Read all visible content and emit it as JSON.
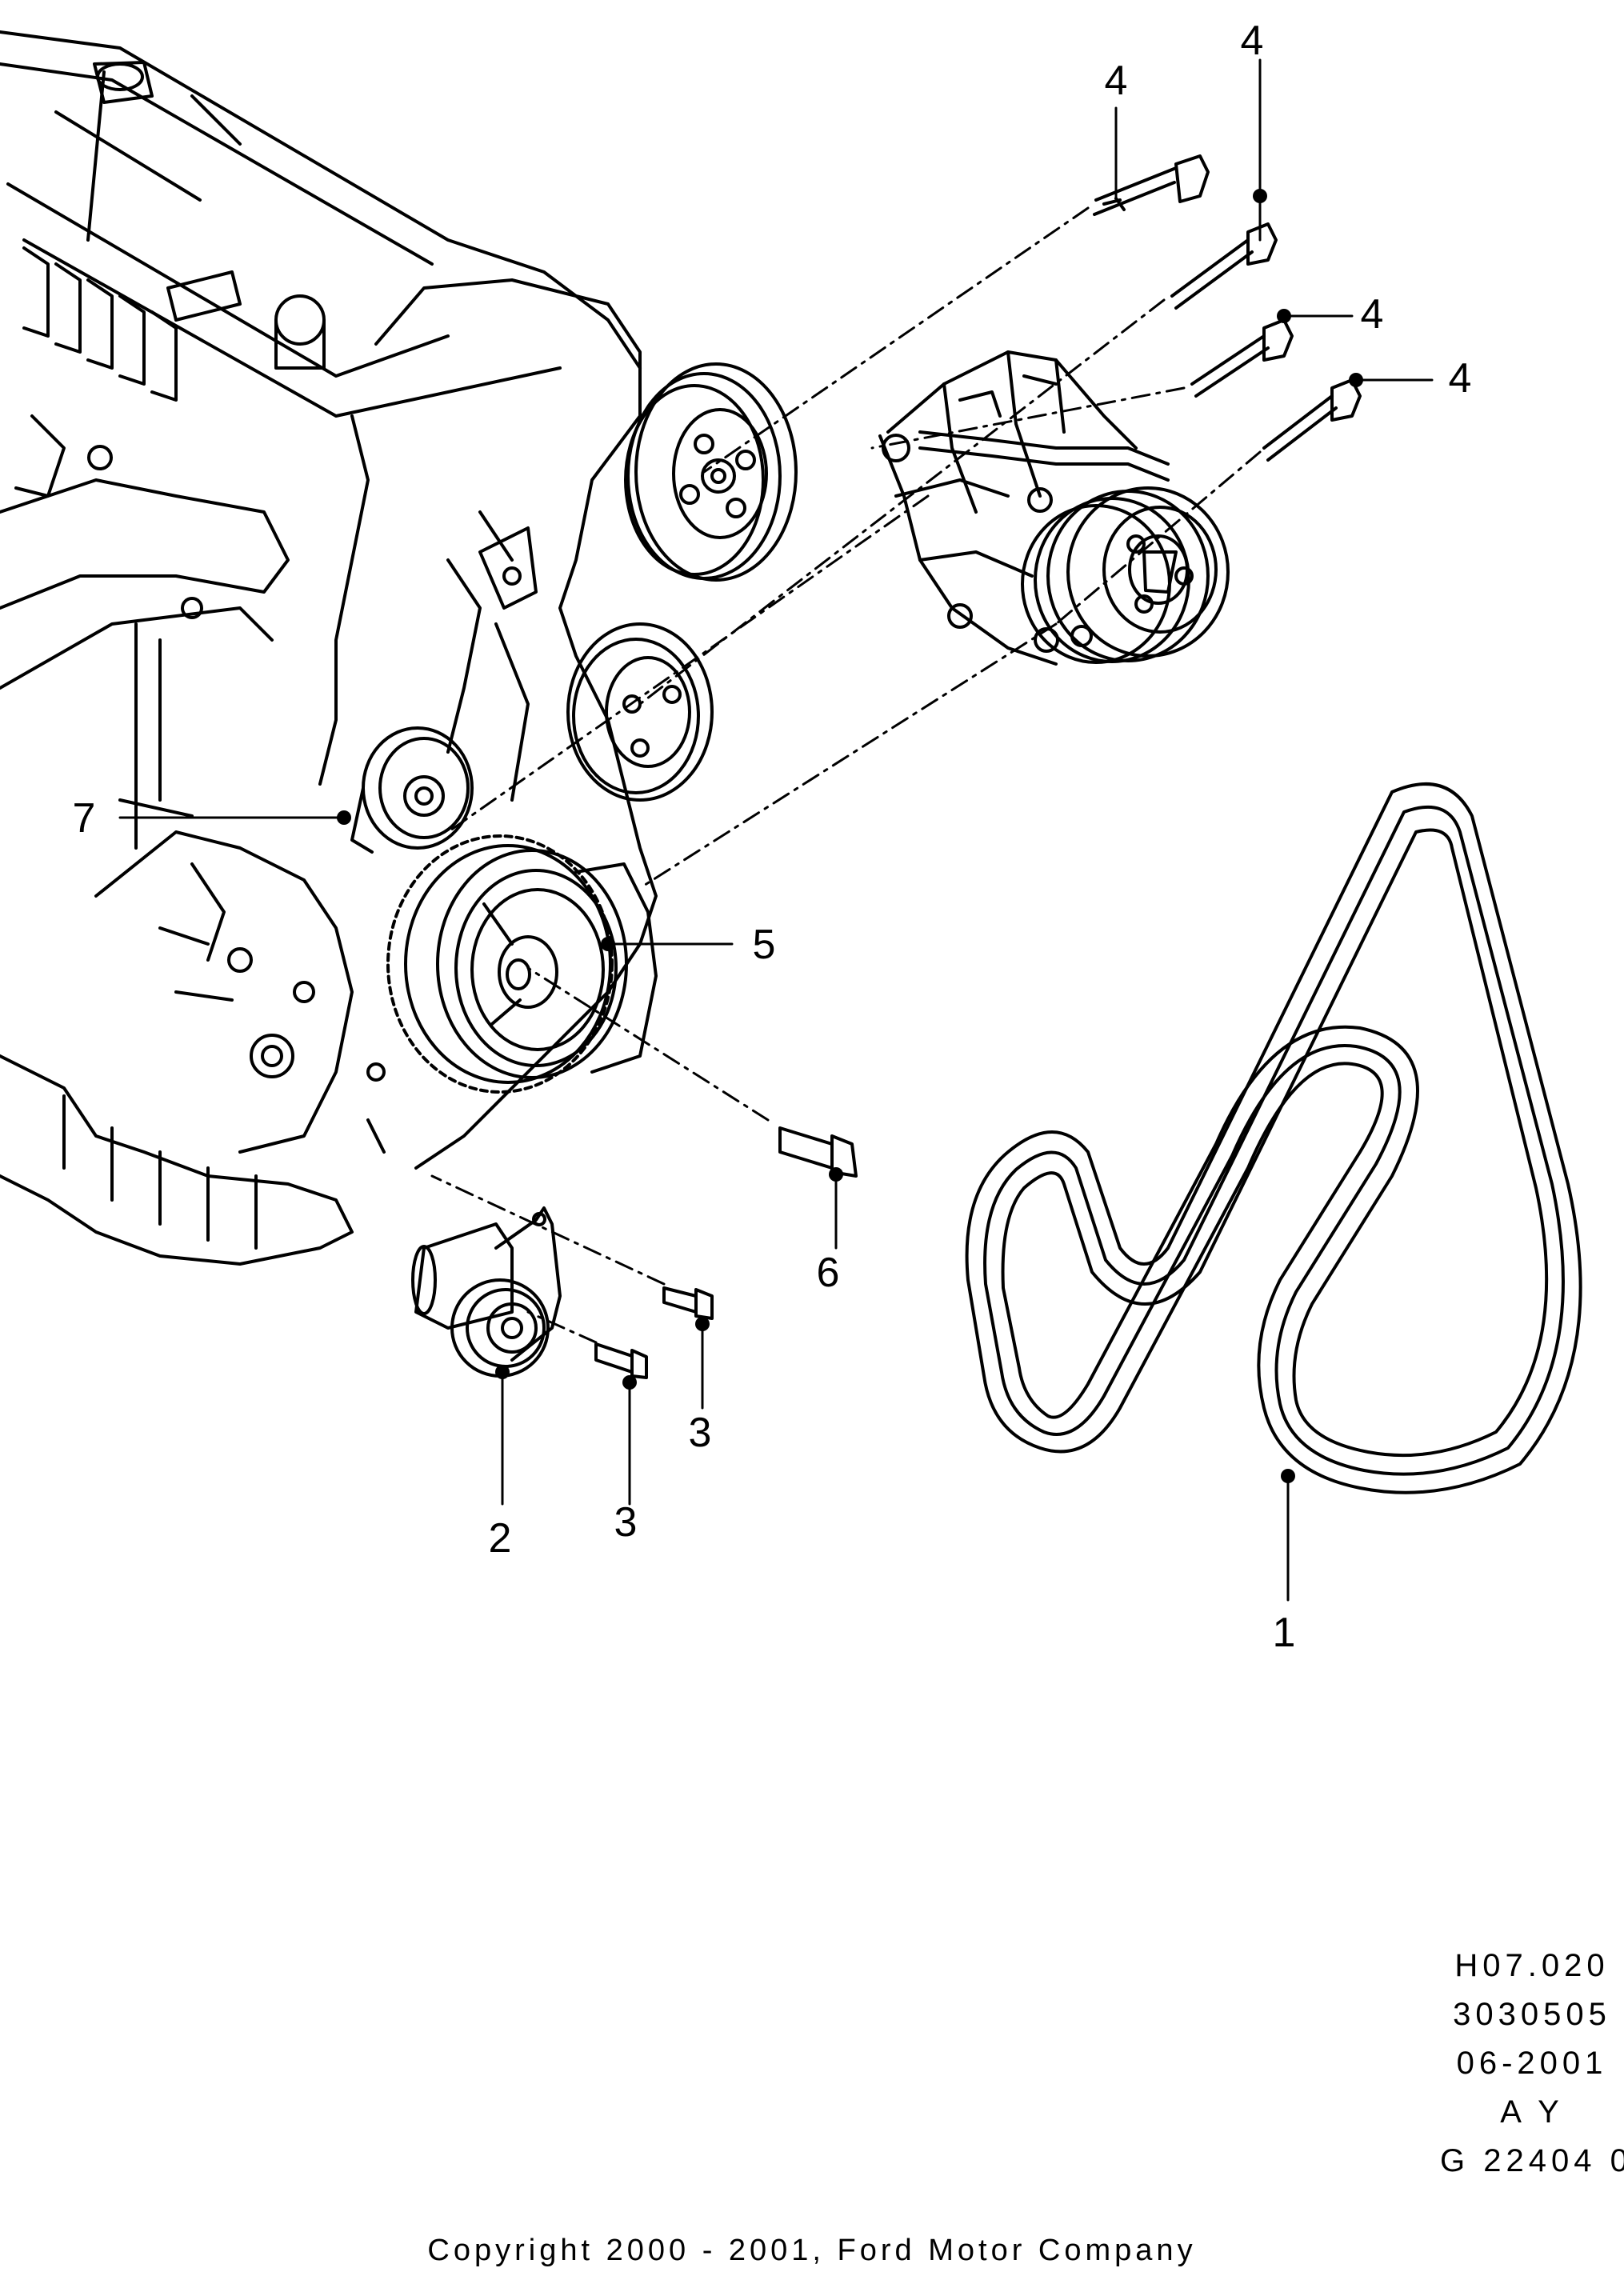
{
  "callouts": {
    "c1": "1",
    "c2": "2",
    "c3a": "3",
    "c3b": "3",
    "c4a": "4",
    "c4b": "4",
    "c4c": "4",
    "c4d": "4",
    "c5": "5",
    "c6": "6",
    "c7": "7"
  },
  "meta": {
    "line1": "H07.020",
    "line2": "3030505",
    "line3": "06-2001",
    "line4": "A Y",
    "line5": "G 22404 0"
  },
  "copyright": "Copyright 2000 - 2001, Ford Motor Company"
}
